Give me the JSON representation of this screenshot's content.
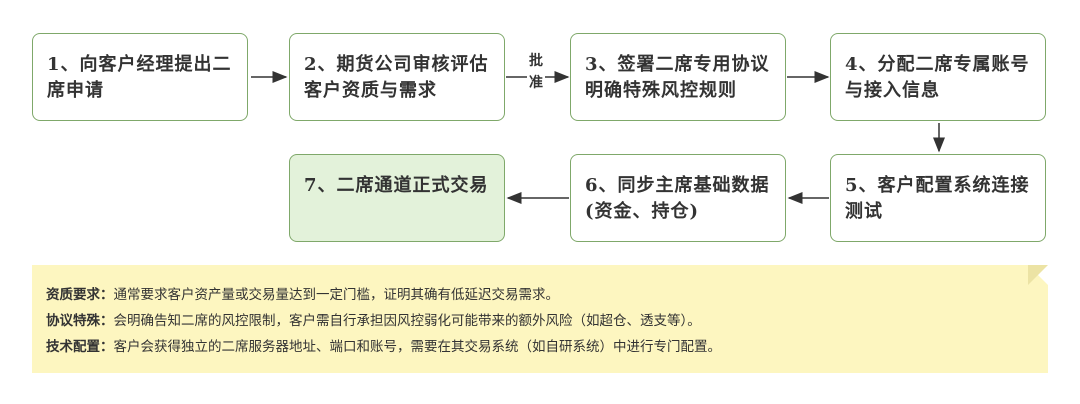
{
  "steps": [
    "1、向客户经理提出二席申请",
    "2、期货公司审核评估客户资质与需求",
    "3、签署二席专用协议明确特殊风控规则",
    "4、分配二席专属账号与接入信息",
    "5、客户配置系统连接测试",
    "6、同步主席基础数据(资金、持仓)",
    "7、二席通道正式交易"
  ],
  "edge_label": "批准",
  "notes": [
    {
      "key": "资质要求：",
      "text": "通常要求客户资产量或交易量达到一定门槛，证明其确有低延迟交易需求。"
    },
    {
      "key": "协议特殊：",
      "text": "会明确告知二席的风控限制，客户需自行承担因风控弱化可能带来的额外风险（如超仓、透支等）。"
    },
    {
      "key": "技术配置：",
      "text": "客户会获得独立的二席服务器地址、端口和账号，需要在其交易系统（如自研系统）中进行专门配置。"
    }
  ],
  "colors": {
    "border": "#7fa86a",
    "final_fill": "#e3f2da",
    "note_fill": "#fdf6c0"
  }
}
